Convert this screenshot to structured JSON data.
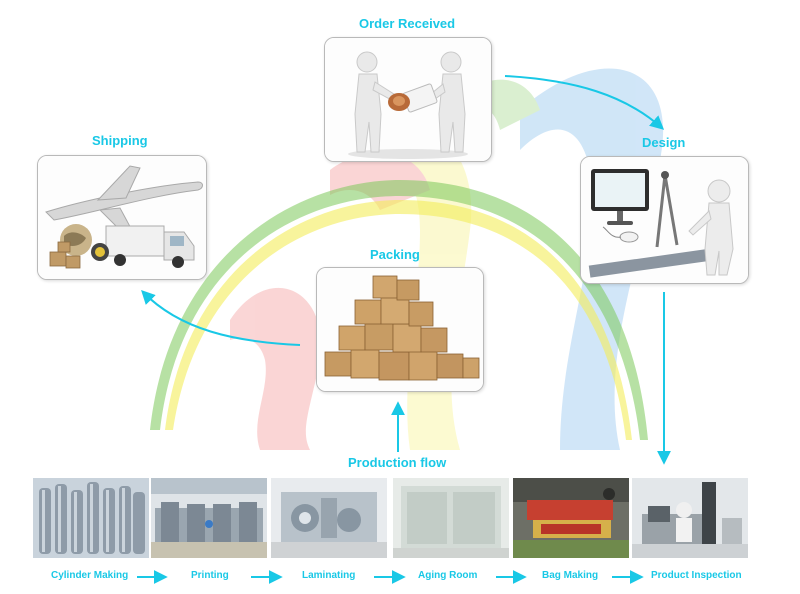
{
  "stages": {
    "order_received": "Order Received",
    "design": "Design",
    "shipping": "Shipping",
    "packing": "Packing",
    "production_flow": "Production flow"
  },
  "production_steps": [
    "Cylinder Making",
    "Printing",
    "Laminating",
    "Aging Room",
    "Bag Making",
    "Product Inspection"
  ],
  "colors": {
    "accent": "#19c8e6",
    "arc_green": "#7cc95a",
    "arc_yellow": "#f3ec5a",
    "arc_red": "#ee6c6c",
    "arc_blue": "#5aa7e6"
  }
}
